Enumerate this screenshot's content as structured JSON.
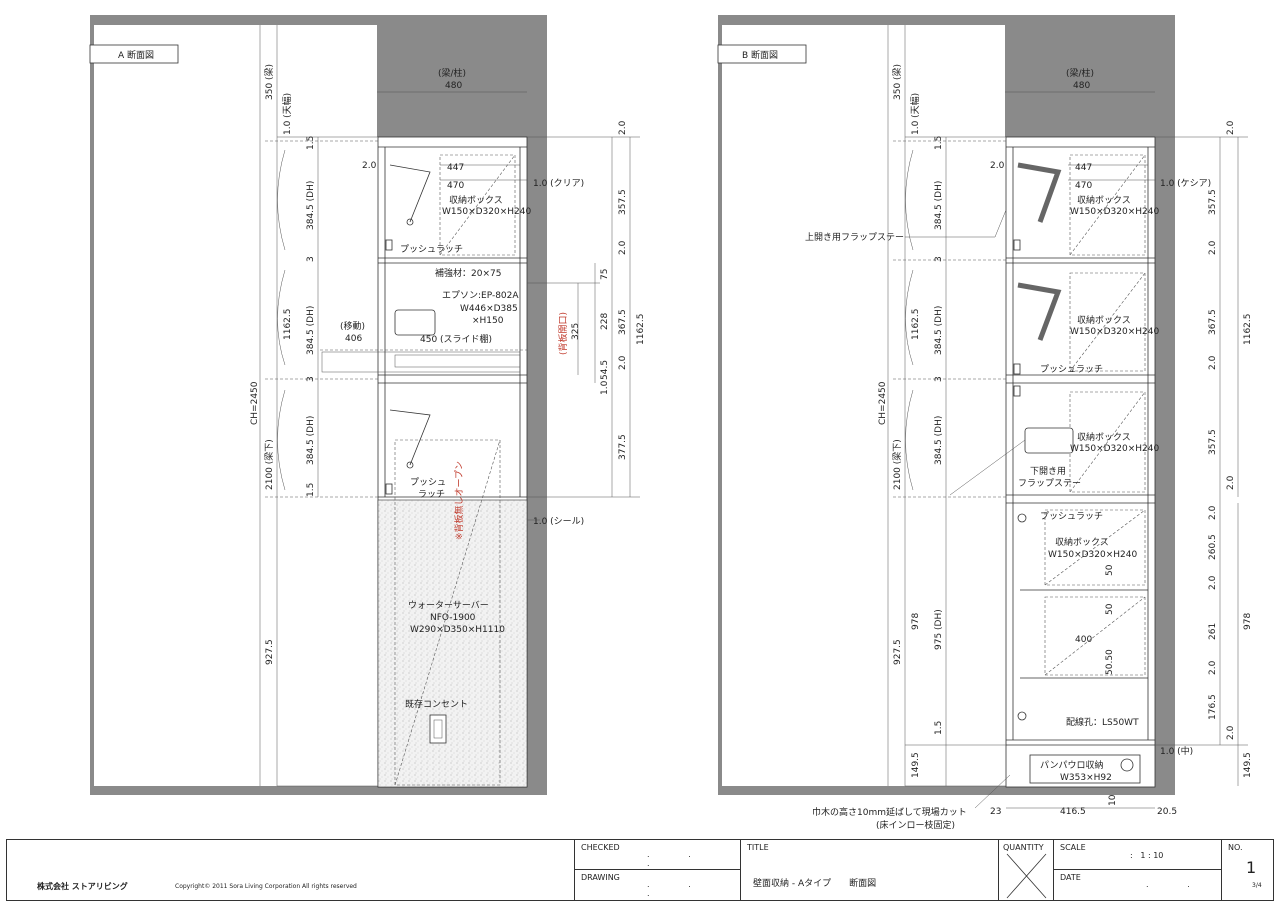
{
  "panelA": {
    "title": "A 断面図",
    "dims": {
      "beam": "(梁/柱)",
      "beam_w": "480",
      "d350": "350 (梁)",
      "d10": "1.0 (天幅)",
      "d15a": "1.5",
      "d3845a": "384.5 (DH)",
      "d3a": "3",
      "d3845b": "384.5 (DH)",
      "d3b": "3",
      "d3845c": "384.5 (DH)",
      "d15b": "1.5",
      "d11625l": "1162.5",
      "d2100": "2100 (梁下)",
      "ch": "CH=2450",
      "d9275": "927.5",
      "r20a": "2.0",
      "r3575": "357.5",
      "r20b": "2.0",
      "r75": "75",
      "r3675": "367.5",
      "r20c": "2.0",
      "r10": "1.0",
      "r3775": "377.5",
      "r11625": "1162.5",
      "r228": "228",
      "r545": "54.5",
      "r325": "325",
      "w447": "447",
      "w470": "470",
      "w20": "2.0",
      "clear": "1.0 (クリア)",
      "seal": "1.0 (シール)",
      "move": "(移動)",
      "w406": "406",
      "slide": "450 (スライド棚)"
    },
    "labels": {
      "storage_box": "収納ボックス",
      "storage_size": "W150×D320×H240",
      "push_latch": "プッシュラッチ",
      "reinforce": "補強材：20×75",
      "epson": "エプソン:EP-802A",
      "epson_size1": "W446×D385",
      "epson_size2": "×H150",
      "back_open": "(背板開口)",
      "push2a": "プッシュ",
      "push2b": "ラッチ",
      "open_note": "※背板無しオープン",
      "water": "ウォーターサーバー",
      "water_model": "NFO-1900",
      "water_size": "W290×D350×H1110",
      "outlet": "既存コンセント"
    }
  },
  "panelB": {
    "title": "B 断面図",
    "dims": {
      "beam": "(梁/柱)",
      "beam_w": "480",
      "d350": "350 (梁)",
      "d10": "1.0 (天幅)",
      "d15a": "1.5",
      "d3845a": "384.5 (DH)",
      "d3a": "3",
      "d3845b": "384.5 (DH)",
      "d3b": "3",
      "d3845c": "384.5 (DH)",
      "d11625l": "1162.5",
      "d2100": "2100 (梁下)",
      "ch": "CH=2450",
      "d9275": "927.5",
      "d978l": "978",
      "d975": "975 (DH)",
      "d15c": "1.5",
      "d1495": "149.5",
      "r20a": "2.0",
      "r3575a": "357.5",
      "r20b": "2.0",
      "r3675": "367.5",
      "r20c": "2.0",
      "r3575b": "357.5",
      "r20d": "2.0",
      "r11625": "1162.5",
      "r20e": "2.0",
      "r2605": "260.5",
      "r20f": "2.0",
      "r261": "261",
      "r20g": "2.0",
      "r1765": "176.5",
      "r20h": "2.0",
      "r978": "978",
      "r10": "1.0 (中)",
      "r1495": "149.5",
      "w447": "447",
      "w470": "470",
      "w20": "2.0",
      "clear": "1.0 (ケシア)",
      "w4165": "416.5",
      "w23": "23",
      "w205": "20.5",
      "w10": "10",
      "w400": "400",
      "w50a": "50",
      "w50b": "50",
      "w50c": "50.50"
    },
    "labels": {
      "flap_up": "上開き用フラップステー",
      "storage_box": "収納ボックス",
      "storage_size": "W150×D320×H240",
      "push_latch": "プッシュラッチ",
      "flap_down1": "下開き用",
      "flap_down2": "フラップステー",
      "wiring": "配線孔：LS50WT",
      "basket": "パンパウロ収納",
      "basket_size": "W353×H92",
      "note1": "巾木の高さ10mm延ばして現場カット",
      "note2": "(床インロー枝固定)"
    }
  },
  "titleblock": {
    "company": "株式会社 ストアリビング",
    "copyright": "Copyright© 2011 Sora Living Corporation All rights reserved",
    "checked": "CHECKED",
    "checked_val": ". . .",
    "drawing": "DRAWING",
    "drawing_val": ". . .",
    "title": "TITLE",
    "title_val": "壁面収納 - Aタイプ　　断面図",
    "quantity": "QUANTITY",
    "scale": "SCALE",
    "scale_val": ":   1 : 10",
    "date": "DATE",
    "date_val": ". .",
    "no": "NO.",
    "no_val": "1",
    "sheet": "3/4"
  }
}
